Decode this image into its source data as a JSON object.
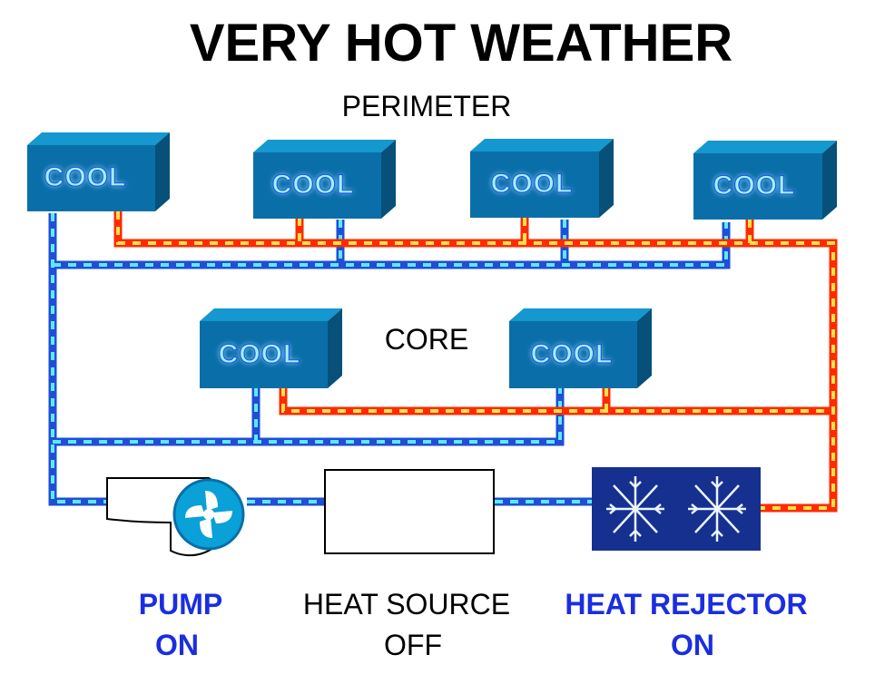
{
  "title": "VERY HOT WEATHER",
  "zones": {
    "perimeter_label": "PERIMETER",
    "core_label": "CORE"
  },
  "units": {
    "perimeter": [
      "COOL",
      "COOL",
      "COOL",
      "COOL"
    ],
    "core": [
      "COOL",
      "COOL"
    ]
  },
  "status": {
    "pump": {
      "name": "PUMP",
      "state": "ON"
    },
    "heat_source": {
      "name": "HEAT SOURCE",
      "state": "OFF"
    },
    "heat_rejector": {
      "name": "HEAT REJECTOR",
      "state": "ON"
    }
  },
  "colors": {
    "unit_face": "#0a6fa8",
    "unit_top": "#1597cf",
    "unit_side": "#06507a",
    "cold_loop": "#1e4fd6",
    "cold_dash": "#5ee8ff",
    "hot_loop": "#ff2a00",
    "hot_dash": "#ffe14a",
    "rejector_box": "#16308f",
    "status_on": "#1a2ee0",
    "status_off": "#000000"
  }
}
